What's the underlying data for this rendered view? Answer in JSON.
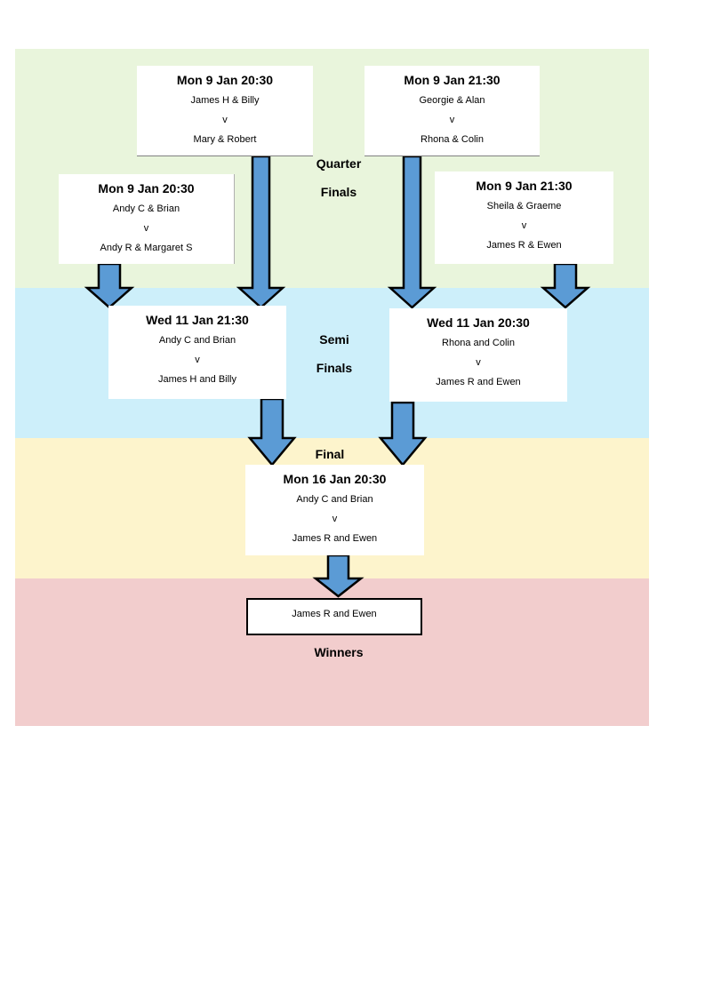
{
  "stages": {
    "quarter_line1": "Quarter",
    "quarter_line2": "Finals",
    "semi_line1": "Semi",
    "semi_line2": "Finals",
    "final": "Final",
    "winners": "Winners"
  },
  "quarter_finals": [
    {
      "time": "Mon 9 Jan 20:30",
      "team_a": "James H & Billy",
      "vs": "v",
      "team_b": "Mary & Robert"
    },
    {
      "time": "Mon 9 Jan 21:30",
      "team_a": "Georgie & Alan",
      "vs": "v",
      "team_b": "Rhona & Colin"
    },
    {
      "time": "Mon 9 Jan 20:30",
      "team_a": "Andy C & Brian",
      "vs": "v",
      "team_b": "Andy R & Margaret S"
    },
    {
      "time": "Mon 9 Jan 21:30",
      "team_a": "Sheila & Graeme",
      "vs": "v",
      "team_b": "James R & Ewen"
    }
  ],
  "semi_finals": [
    {
      "time": "Wed 11 Jan 21:30",
      "team_a": "Andy C and Brian",
      "vs": "v",
      "team_b": "James H and Billy"
    },
    {
      "time": "Wed 11 Jan 20:30",
      "team_a": "Rhona and Colin",
      "vs": "v",
      "team_b": "James R and Ewen"
    }
  ],
  "final": {
    "time": "Mon 16 Jan 20:30",
    "team_a": "Andy C and Brian",
    "vs": "v",
    "team_b": "James R and Ewen"
  },
  "winner": "James R and Ewen",
  "colors": {
    "quarter_band": "#e9f5dc",
    "semi_band": "#cdeffa",
    "final_band": "#fdf4cc",
    "winners_band": "#f2cdcd",
    "arrow_fill": "#5b9bd5"
  }
}
